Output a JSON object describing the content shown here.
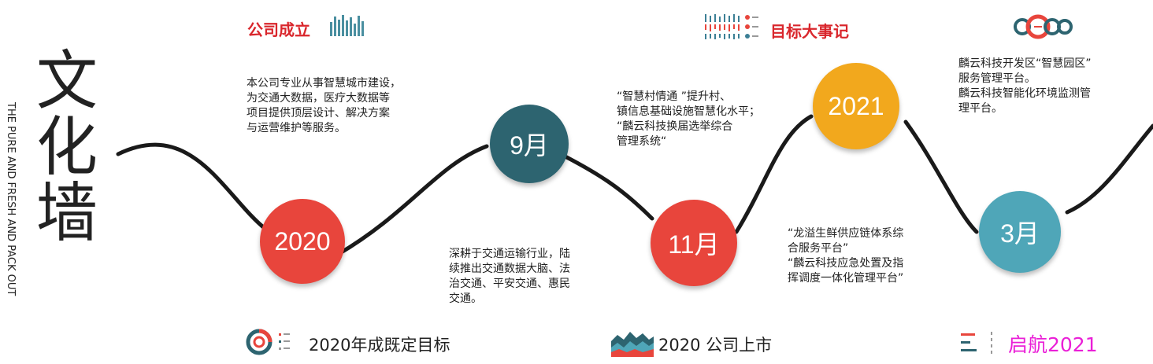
{
  "watermark": {
    "title_chars": [
      "文",
      "化",
      "墙"
    ],
    "subtitle": "THE PURE AND FRESH AND PACK OUT"
  },
  "headers": {
    "founding": "公司成立",
    "milestones": "目标大事记"
  },
  "nodes": {
    "n2020": "2020",
    "sep": "9月",
    "nov": "11月",
    "n2021": "2021",
    "mar": "3月"
  },
  "descriptions": {
    "founding": [
      "本公司专业从事智慧城市建设，",
      "为交通大数据，医疗大数据等",
      "项目提供顶层设计、解决方案",
      "与运营维护等服务。"
    ],
    "transport": [
      "深耕于交通运输行业，陆",
      "续推出交通数据大脑、法",
      "治交通、平安交通、惠民",
      "交通。"
    ],
    "village": [
      "“智慧村情通  ”提升村、",
      "镇信息基础设施智慧化水平；",
      "“麟云科技换届选举综合",
      "管理系统“"
    ],
    "supply": [
      "“龙溢生鲜供应链体系综",
      "合服务平台”",
      "“麟云科技应急处置及指",
      "挥调度一体化管理平台”"
    ],
    "park": [
      "麟云科技开发区“智慧园区”",
      "服务管理平台。",
      "麟云科技智能化环境监测管",
      "理平台。"
    ]
  },
  "footers": {
    "goal": "2020年成既定目标",
    "listing": "2020 公司上市",
    "launch": "启航2021"
  },
  "colors": {
    "red": "#e8453c",
    "teal_dark": "#2d6470",
    "yellow": "#f2a81d",
    "teal_light": "#4fa6b8",
    "header_red": "#d9262c",
    "launch_magenta": "#ea1fd7"
  }
}
